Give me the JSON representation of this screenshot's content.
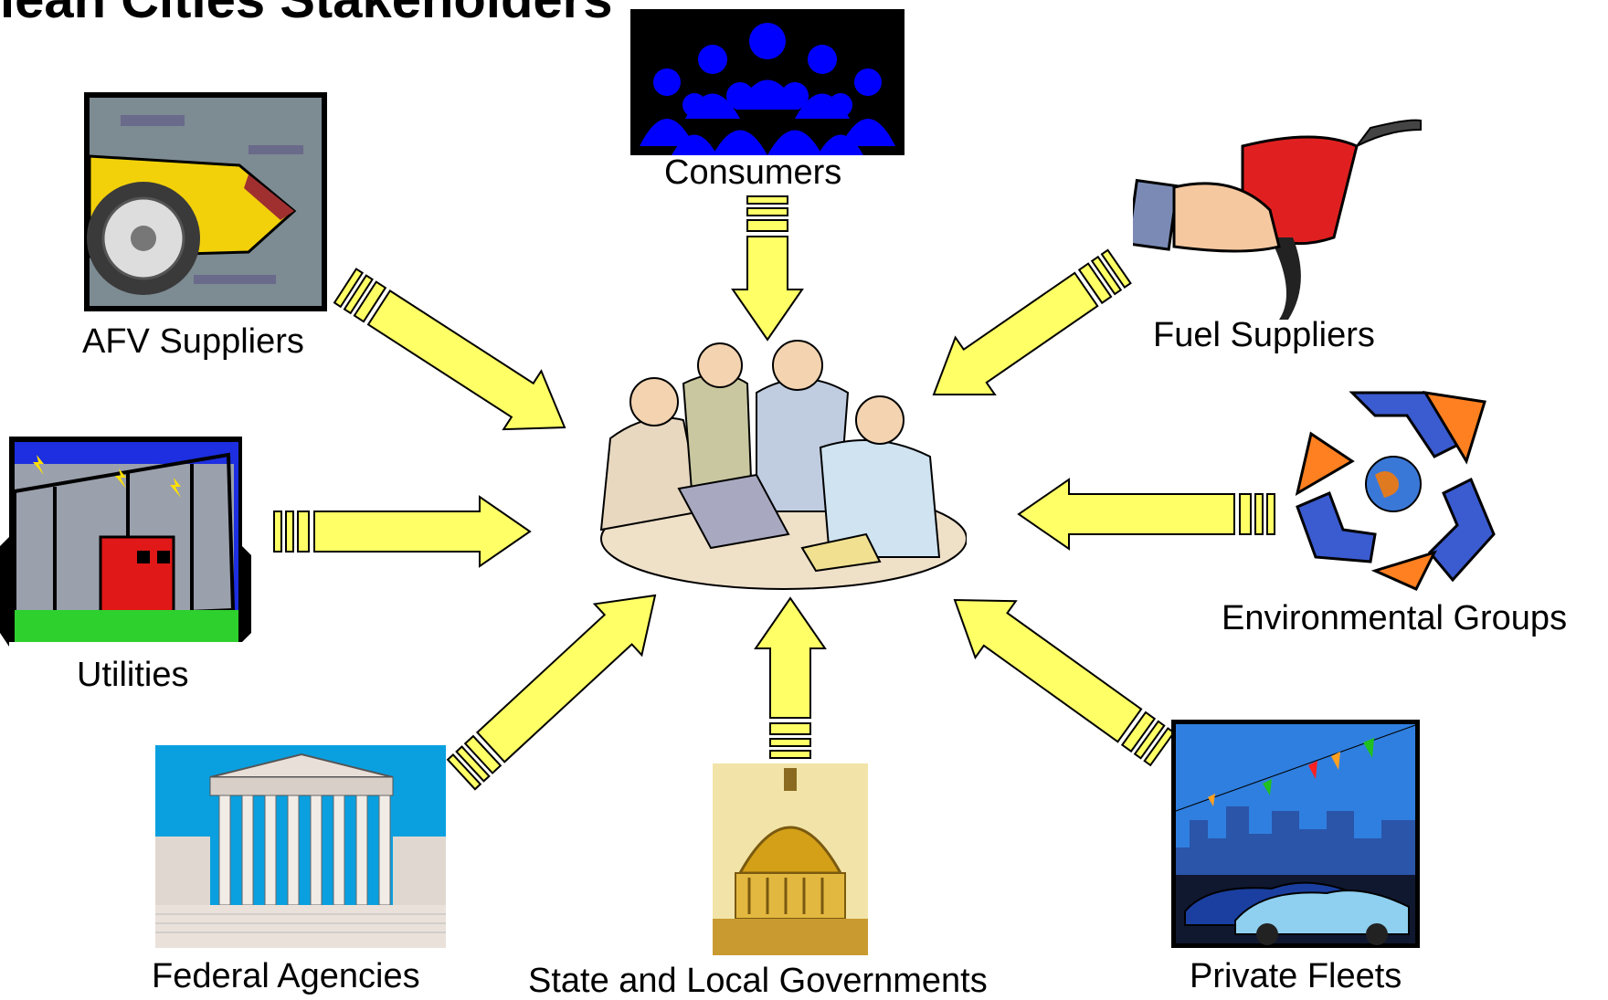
{
  "title": "lean Cities Stakeholders",
  "labels": {
    "consumers": "Consumers",
    "afv": "AFV Suppliers",
    "fuel": "Fuel Suppliers",
    "utilities": "Utilities",
    "environmental": "Environmental Groups",
    "federal": "Federal Agencies",
    "state_local": "State and Local Governments",
    "private_fleets": "Private Fleets"
  },
  "colors": {
    "arrow_fill": "#ffff66",
    "arrow_stroke": "#000000",
    "consumers_bg": "#000000",
    "consumers_people": "#0000ff",
    "sky_blue": "#1e90ff",
    "gold": "#d4a017"
  }
}
